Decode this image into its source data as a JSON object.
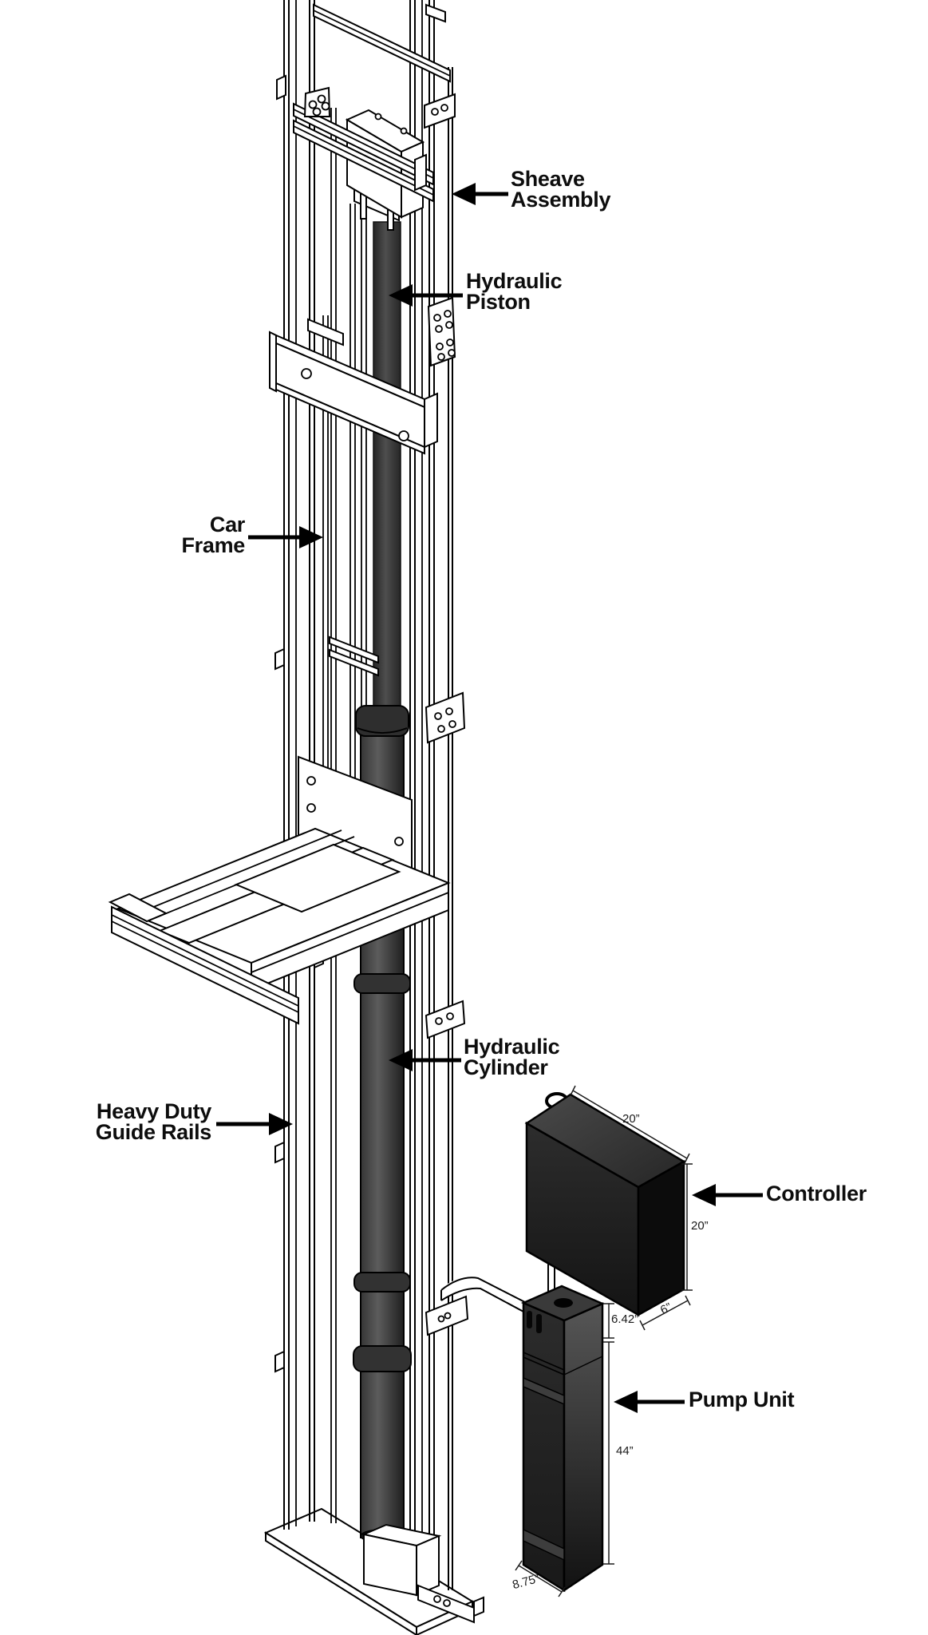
{
  "labels": {
    "sheave_assembly": {
      "line1": "Sheave",
      "line2": "Assembly"
    },
    "hydraulic_piston": {
      "line1": "Hydraulic",
      "line2": "Piston"
    },
    "car_frame": {
      "line1": "Car",
      "line2": "Frame"
    },
    "hydraulic_cylinder": {
      "line1": "Hydraulic",
      "line2": "Cylinder"
    },
    "heavy_duty_guide_rails": {
      "line1": "Heavy Duty",
      "line2": "Guide Rails"
    },
    "controller": "Controller",
    "pump_unit": "Pump Unit"
  },
  "dimensions": {
    "controller_width": "20”",
    "controller_height": "20”",
    "controller_depth": "6”",
    "pump_upper_height": "6.42”",
    "pump_body_height": "44”",
    "pump_base_width": "8.75”"
  },
  "colors": {
    "background": "#ffffff",
    "line": "#000000",
    "dark_component": "#1d1d1d"
  }
}
